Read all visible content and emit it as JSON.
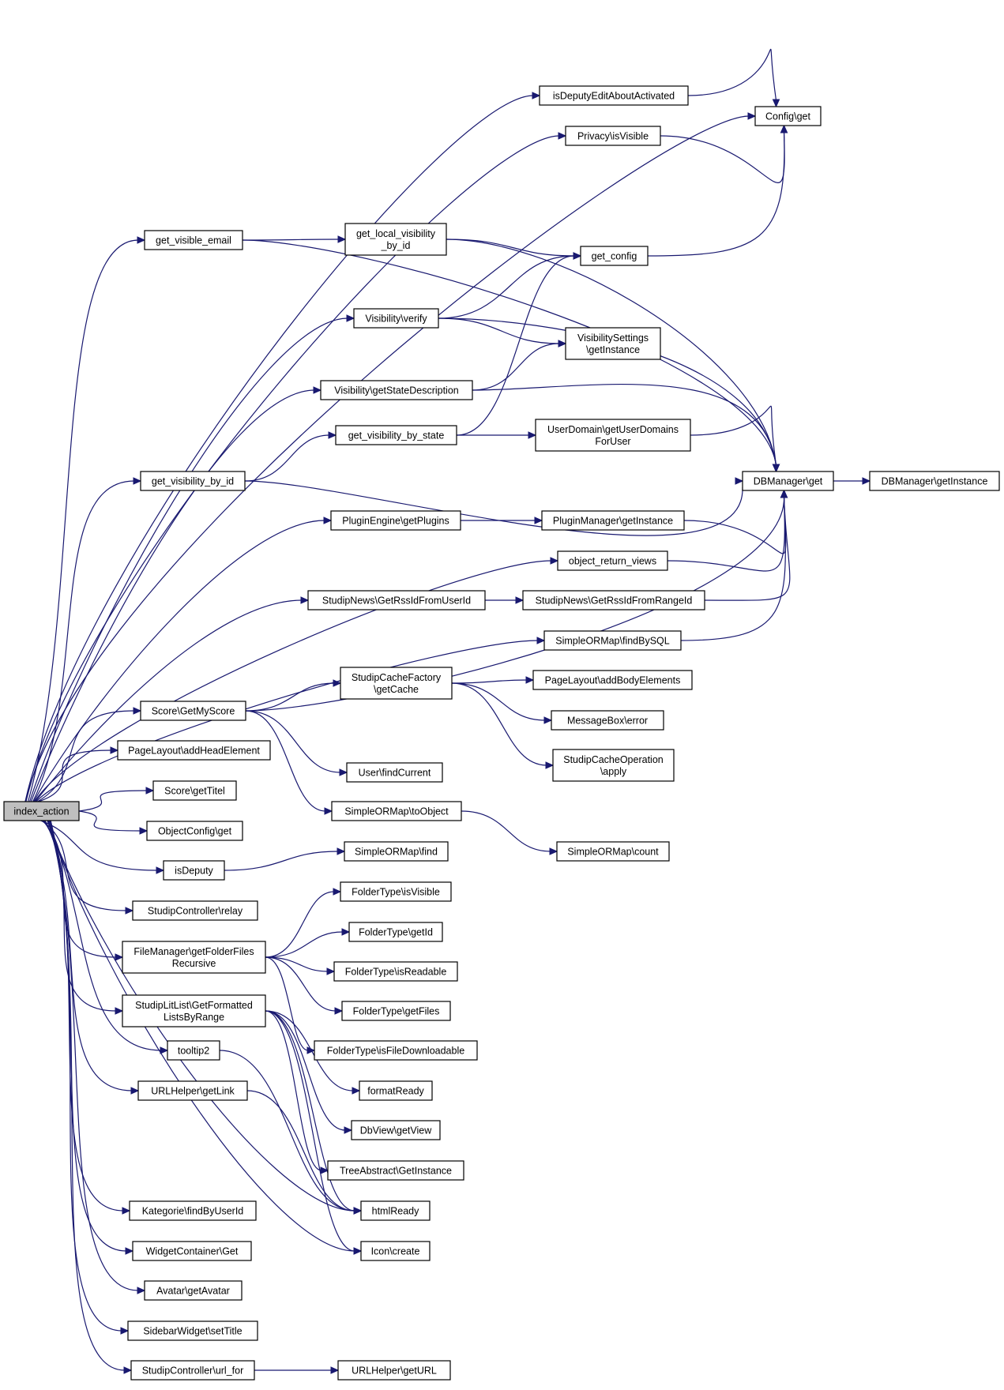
{
  "colors": {
    "edge": "#191970",
    "node_border": "#000000",
    "node_fill": "#ffffff",
    "root_fill": "#bfbfbf"
  },
  "nodes": {
    "index_action": [
      "index_action"
    ],
    "config_get": [
      "Config\\get"
    ],
    "is_deputy_edit": [
      "isDeputyEditAboutActivated"
    ],
    "privacy_visible": [
      "Privacy\\isVisible"
    ],
    "get_visible_email": [
      "get_visible_email"
    ],
    "get_local_visibility": [
      "get_local_visibility",
      "_by_id"
    ],
    "get_config": [
      "get_config"
    ],
    "visibility_verify": [
      "Visibility\\verify"
    ],
    "visibility_settings": [
      "VisibilitySettings",
      "\\getInstance"
    ],
    "visibility_state_desc": [
      "Visibility\\getStateDescription"
    ],
    "get_visibility_by_state": [
      "get_visibility_by_state"
    ],
    "user_domain": [
      "UserDomain\\getUserDomains",
      "ForUser"
    ],
    "get_visibility_by_id": [
      "get_visibility_by_id"
    ],
    "dbmanager_get": [
      "DBManager\\get"
    ],
    "dbmanager_instance": [
      "DBManager\\getInstance"
    ],
    "plugin_engine": [
      "PluginEngine\\getPlugins"
    ],
    "plugin_manager": [
      "PluginManager\\getInstance"
    ],
    "object_return_views": [
      "object_return_views"
    ],
    "news_user": [
      "StudipNews\\GetRssIdFromUserId"
    ],
    "news_range": [
      "StudipNews\\GetRssIdFromRangeId"
    ],
    "orm_find_by_sql": [
      "SimpleORMap\\findBySQL"
    ],
    "cache_factory": [
      "StudipCacheFactory",
      "\\getCache"
    ],
    "add_body_elements": [
      "PageLayout\\addBodyElements"
    ],
    "score_my": [
      "Score\\GetMyScore"
    ],
    "messagebox_error": [
      "MessageBox\\error"
    ],
    "cache_operation": [
      "StudipCacheOperation",
      "\\apply"
    ],
    "add_head_element": [
      "PageLayout\\addHeadElement"
    ],
    "user_find_current": [
      "User\\findCurrent"
    ],
    "score_titel": [
      "Score\\getTitel"
    ],
    "orm_to_object": [
      "SimpleORMap\\toObject"
    ],
    "object_config": [
      "ObjectConfig\\get"
    ],
    "orm_count": [
      "SimpleORMap\\count"
    ],
    "is_deputy": [
      "isDeputy"
    ],
    "orm_find": [
      "SimpleORMap\\find"
    ],
    "controller_relay": [
      "StudipController\\relay"
    ],
    "folder_is_visible": [
      "FolderType\\isVisible"
    ],
    "file_manager": [
      "FileManager\\getFolderFiles",
      "Recursive"
    ],
    "folder_get_id": [
      "FolderType\\getId"
    ],
    "folder_is_readable": [
      "FolderType\\isReadable"
    ],
    "lit_list": [
      "StudipLitList\\GetFormatted",
      "ListsByRange"
    ],
    "folder_get_files": [
      "FolderType\\getFiles"
    ],
    "tooltip2": [
      "tooltip2"
    ],
    "folder_downloadable": [
      "FolderType\\isFileDownloadable"
    ],
    "url_get_link": [
      "URLHelper\\getLink"
    ],
    "format_ready": [
      "formatReady"
    ],
    "dbview_get_view": [
      "DbView\\getView"
    ],
    "tree_instance": [
      "TreeAbstract\\GetInstance"
    ],
    "kategorie": [
      "Kategorie\\findByUserId"
    ],
    "html_ready": [
      "htmlReady"
    ],
    "widget_container": [
      "WidgetContainer\\Get"
    ],
    "icon_create": [
      "Icon\\create"
    ],
    "avatar": [
      "Avatar\\getAvatar"
    ],
    "sidebar_title": [
      "SidebarWidget\\setTitle"
    ],
    "controller_url_for": [
      "StudipController\\url_for"
    ],
    "url_get_url": [
      "URLHelper\\getURL"
    ]
  }
}
